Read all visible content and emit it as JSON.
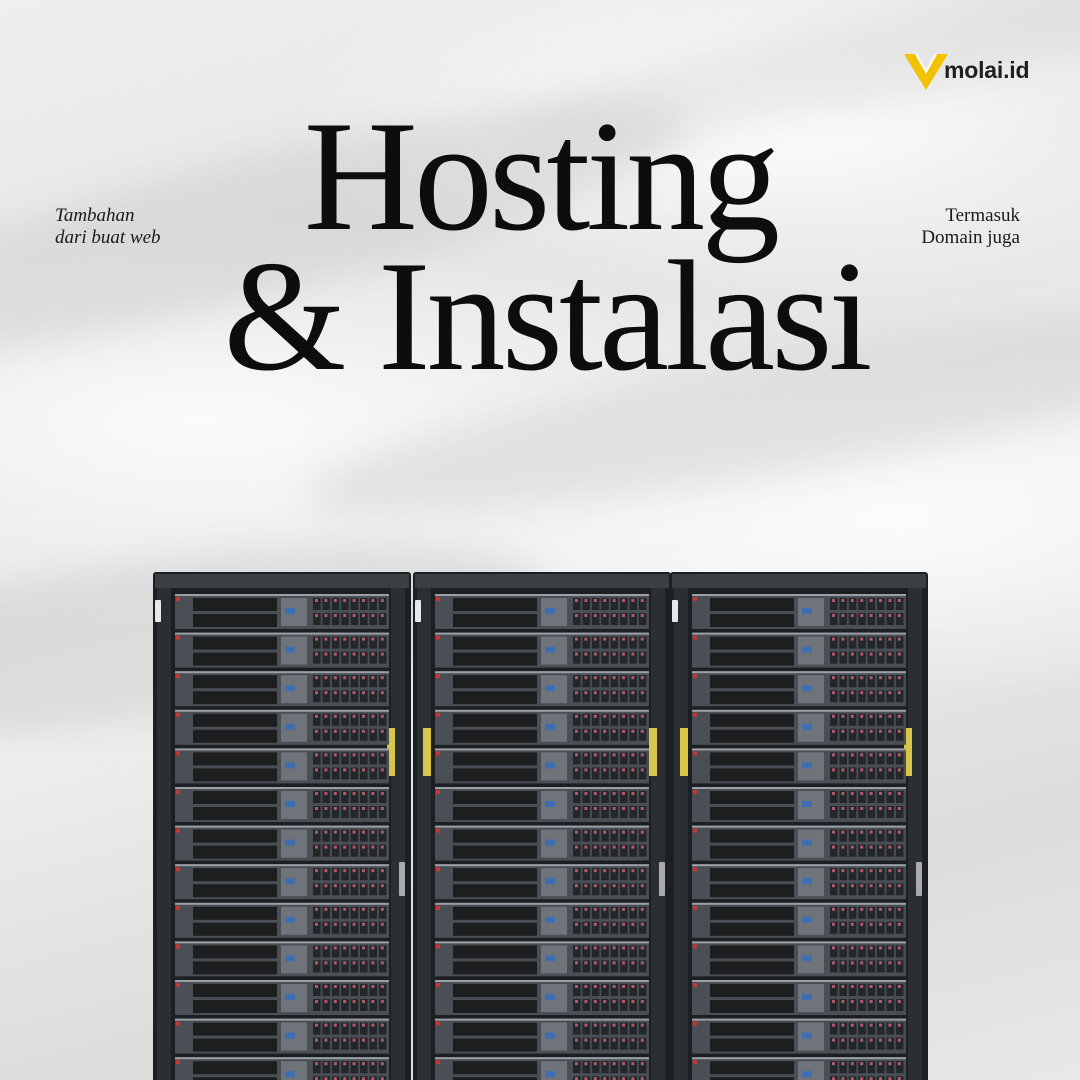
{
  "brand": {
    "logo_text": "molai.id",
    "logo_color": "#F2C200"
  },
  "headline": {
    "line1": "Hosting",
    "line2": "& Instalasi"
  },
  "left_note": {
    "line1": "Tambahan",
    "line2": "dari buat web"
  },
  "right_note": {
    "line1": "Termasuk",
    "line2": "Domain juga"
  },
  "image": {
    "subject": "server-racks-photo",
    "rack_count": 3
  }
}
